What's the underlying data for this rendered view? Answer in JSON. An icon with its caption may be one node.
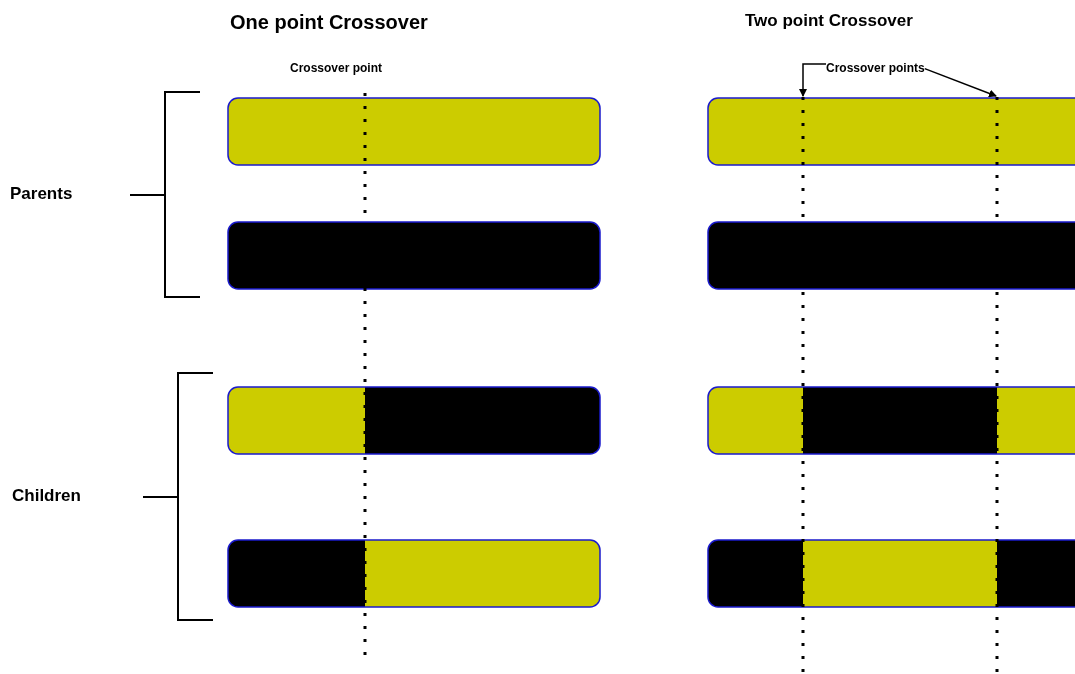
{
  "diagram": {
    "nodes": [
      {
        "text": [
          "Crossover points"
        ]
      },
      {
        "text": [],
        "shape": "line"
      },
      {
        "text": [],
        "shape": "line"
      }
    ],
    "edges": [
      {
        "from": 0,
        "to": 1,
        "arrow": "to"
      },
      {
        "from": 0,
        "to": 2,
        "arrow": "to"
      }
    ],
    "labels": [
      "One point Crossover",
      "Two point Crossover",
      "Crossover point",
      "Parents",
      "Children"
    ]
  }
}
